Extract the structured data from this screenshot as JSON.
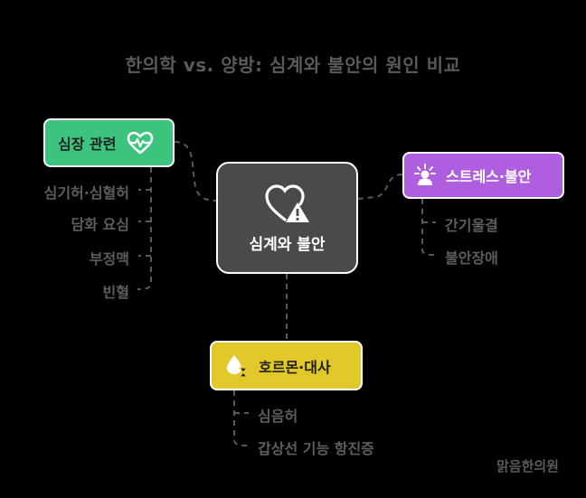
{
  "title": "한의학 vs. 양방: 심계와 불안의 원인 비교",
  "center": {
    "label": "심계와 불안",
    "icon": "heart-warning-icon"
  },
  "branches": {
    "heart": {
      "label": "심장 관련",
      "icon": "heart-pulse-icon",
      "color": "#3cc47e",
      "items": [
        "심기허·심혈허",
        "담화 요심",
        "부정맥",
        "빈혈"
      ]
    },
    "stress": {
      "label": "스트레스·불안",
      "icon": "stressed-person-icon",
      "color": "#b05ee0",
      "items": [
        "간기울결",
        "불안장애"
      ]
    },
    "hormone": {
      "label": "호르몬·대사",
      "icon": "drop-hourglass-icon",
      "color": "#e2c829",
      "items": [
        "심음허",
        "갑상선 기능 항진증"
      ]
    }
  },
  "watermark": "맑음한의원"
}
